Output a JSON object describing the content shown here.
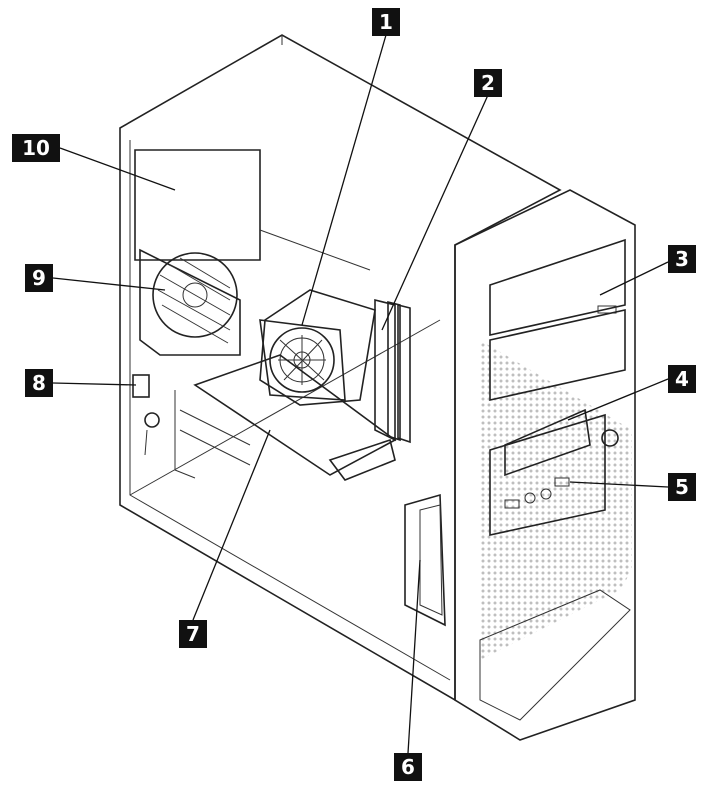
{
  "callouts": [
    {
      "id": "1",
      "label": "1"
    },
    {
      "id": "2",
      "label": "2"
    },
    {
      "id": "3",
      "label": "3"
    },
    {
      "id": "4",
      "label": "4"
    },
    {
      "id": "5",
      "label": "5"
    },
    {
      "id": "6",
      "label": "6"
    },
    {
      "id": "7",
      "label": "7"
    },
    {
      "id": "8",
      "label": "8"
    },
    {
      "id": "9",
      "label": "9"
    },
    {
      "id": "10",
      "label": "10"
    }
  ],
  "colors": {
    "line": "#222222",
    "callout_bg": "#111111",
    "callout_fg": "#ffffff",
    "mesh": "#bfbfbf"
  }
}
